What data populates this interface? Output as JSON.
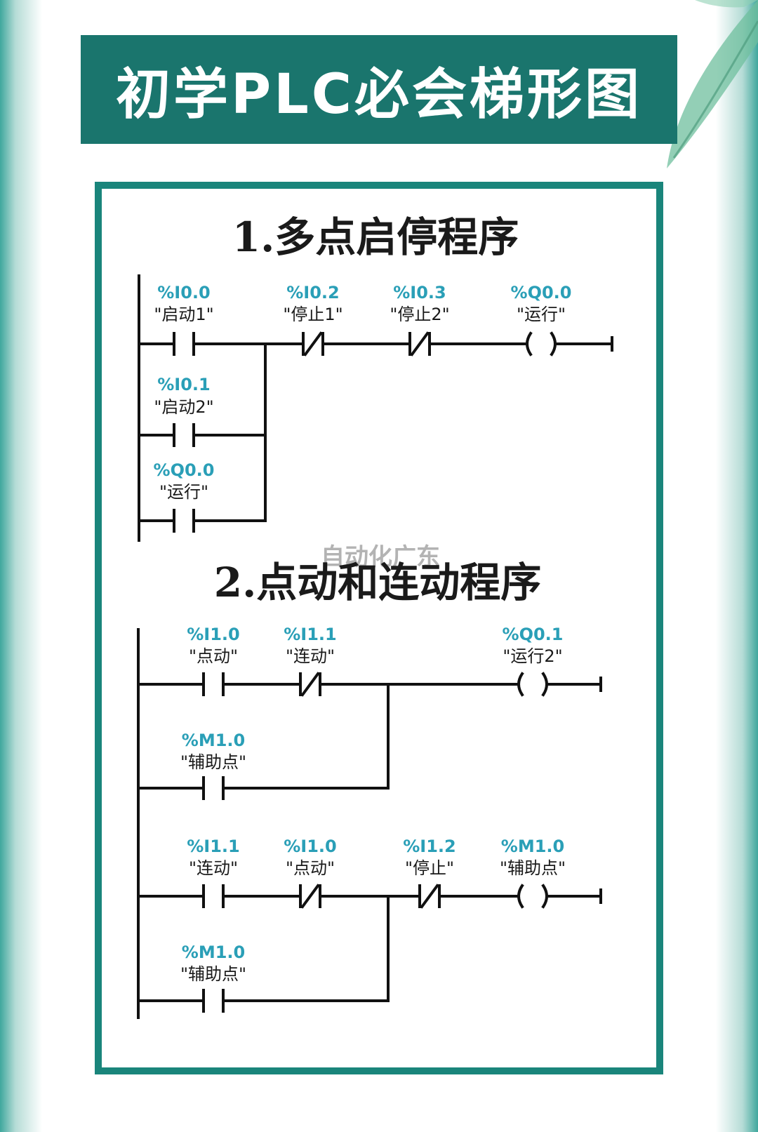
{
  "title": "初学PLC必会梯形图",
  "watermark": "自动化广东",
  "colors": {
    "banner": "#1a756d",
    "frame": "#1a857b",
    "address_text": "#2a9fb7",
    "edge_teal": "#3fa79d"
  },
  "sections": [
    {
      "heading": "1.多点启停程序",
      "contacts": [
        {
          "address": "%I0.0",
          "tag": "\"启动1\"",
          "kind": "NO"
        },
        {
          "address": "%I0.2",
          "tag": "\"停止1\"",
          "kind": "NC"
        },
        {
          "address": "%I0.3",
          "tag": "\"停止2\"",
          "kind": "NC"
        },
        {
          "address": "%Q0.0",
          "tag": "\"运行\"",
          "kind": "coil"
        },
        {
          "address": "%I0.1",
          "tag": "\"启动2\"",
          "kind": "NO"
        },
        {
          "address": "%Q0.0",
          "tag": "\"运行\"",
          "kind": "NO"
        }
      ]
    },
    {
      "heading": "2.点动和连动程序",
      "contacts": [
        {
          "address": "%I1.0",
          "tag": "\"点动\"",
          "kind": "NO"
        },
        {
          "address": "%I1.1",
          "tag": "\"连动\"",
          "kind": "NC"
        },
        {
          "address": "%Q0.1",
          "tag": "\"运行2\"",
          "kind": "coil"
        },
        {
          "address": "%M1.0",
          "tag": "\"辅助点\"",
          "kind": "NO"
        },
        {
          "address": "%I1.1",
          "tag": "\"连动\"",
          "kind": "NO"
        },
        {
          "address": "%I1.0",
          "tag": "\"点动\"",
          "kind": "NC"
        },
        {
          "address": "%I1.2",
          "tag": "\"停止\"",
          "kind": "NC"
        },
        {
          "address": "%M1.0",
          "tag": "\"辅助点\"",
          "kind": "coil"
        },
        {
          "address": "%M1.0",
          "tag": "\"辅助点\"",
          "kind": "NO"
        }
      ]
    }
  ]
}
